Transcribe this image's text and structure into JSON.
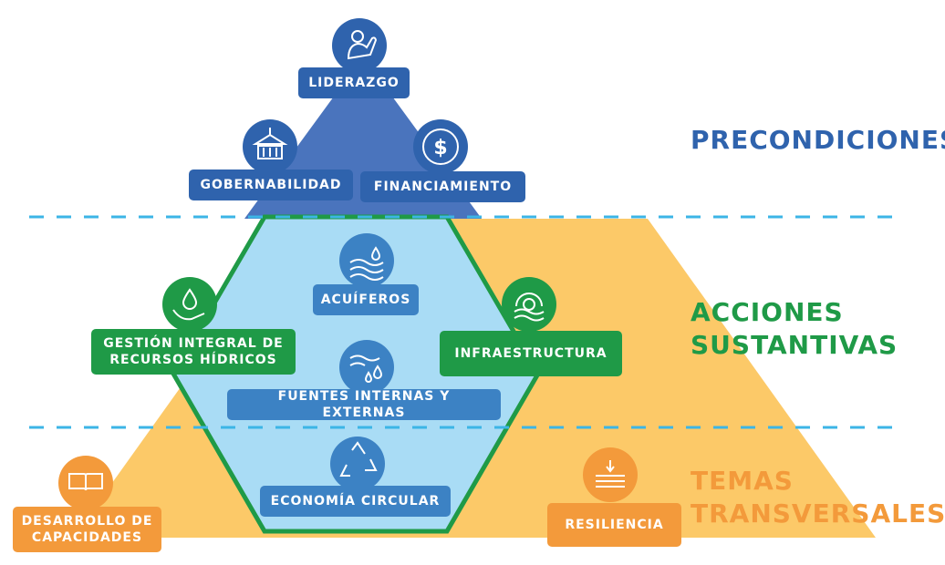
{
  "precondiciones": {
    "label": "PRECONDICIONES",
    "items": [
      "LIDERAZGO",
      "GOBERNABILIDAD",
      "FINANCIAMIENTO"
    ]
  },
  "acciones": {
    "label": "ACCIONES\nSUSTANTIVAS",
    "items": [
      "ACUÍFEROS",
      "GESTIÓN INTEGRAL DE\nRECURSOS HÍDRICOS",
      "INFRAESTRUCTURA",
      "FUENTES INTERNAS Y EXTERNAS"
    ]
  },
  "temas": {
    "label": "TEMAS\nTRANSVERSALES",
    "items": [
      "ECONOMÍA CIRCULAR",
      "DESARROLLO DE\nCAPACIDADES",
      "RESILIENCIA"
    ]
  },
  "colors": {
    "blue_dark": "#2f63ad",
    "blue_light": "#a9dcf5",
    "green": "#1f9a47",
    "orange": "#f39a3b",
    "yellow": "#fcc968",
    "dash": "#3cb5e6"
  },
  "icons": [
    "person-raised-hand-icon",
    "government-building-icon",
    "dollar-coin-icon",
    "water-drop-waves-icon",
    "hand-water-drop-icon",
    "gear-sun-waves-icon",
    "waves-drops-icon",
    "recycle-icon",
    "book-icon",
    "layers-arrow-icon"
  ]
}
